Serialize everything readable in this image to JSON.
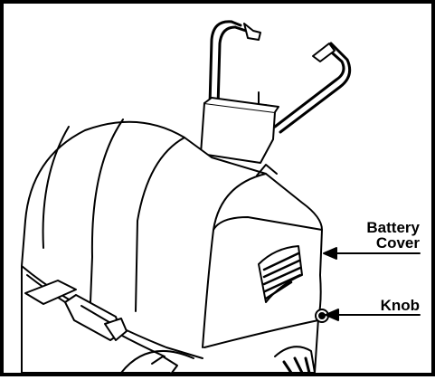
{
  "callouts": {
    "battery_cover": {
      "line1": "Battery",
      "line2": "Cover"
    },
    "knob": {
      "label": "Knob"
    }
  },
  "colors": {
    "ink": "#000000",
    "paper": "#ffffff"
  },
  "icons": {
    "arrow": "arrowhead-left"
  }
}
